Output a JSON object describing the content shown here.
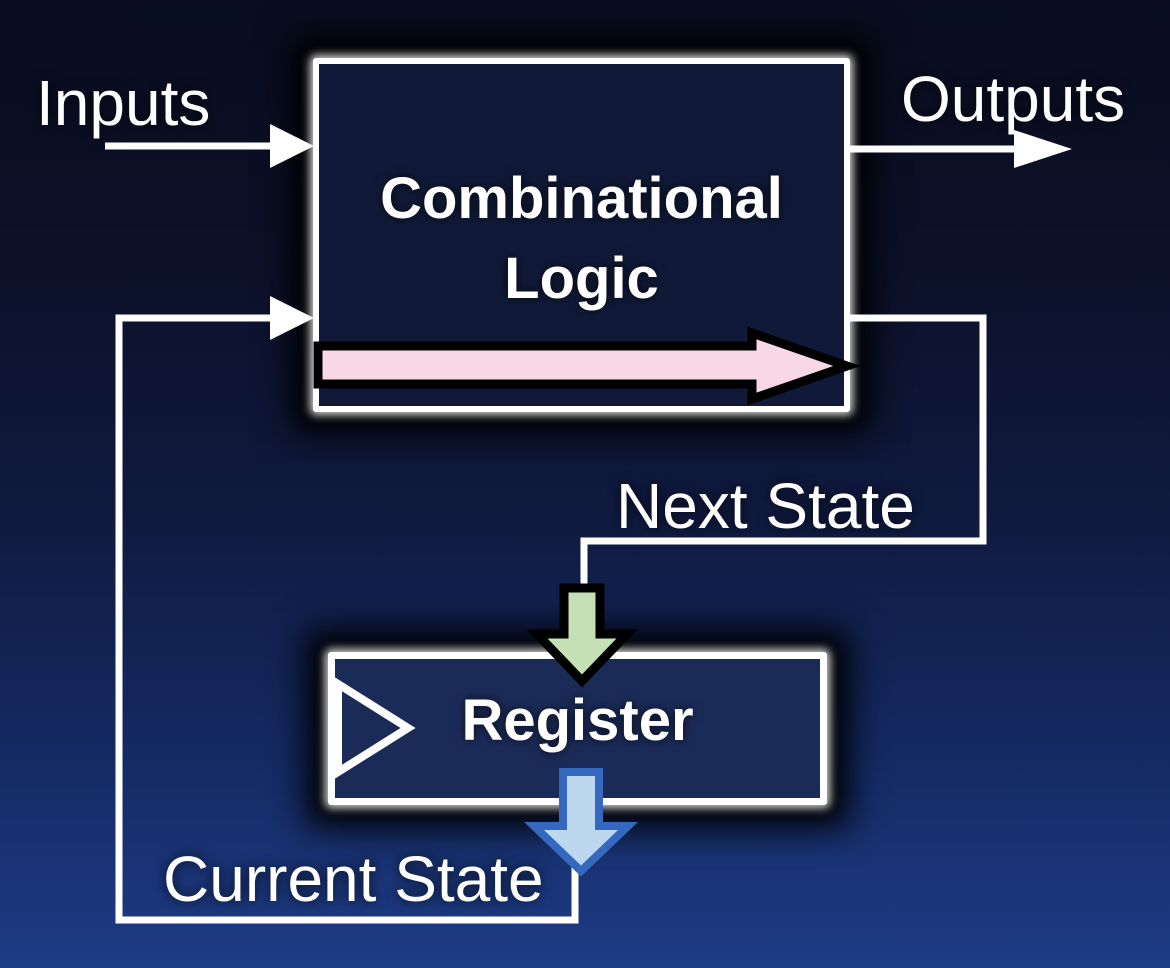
{
  "diagram": {
    "comb_box": {
      "line1": "Combinational",
      "line2": "Logic"
    },
    "register_box": {
      "label": "Register"
    },
    "labels": {
      "inputs": "Inputs",
      "outputs": "Outputs",
      "next_state": "Next State",
      "current_state": "Current State"
    },
    "colors": {
      "background_top": "#090d1f",
      "background_bottom": "#1d3c86",
      "wire": "#ffffff",
      "comb_box_fill": "#101a38",
      "register_box_fill": "#1b2b58",
      "pink_arrow_fill": "#f8d7e7",
      "pink_arrow_outline": "#000000",
      "green_arrow_fill": "#c5e0b4",
      "green_arrow_outline": "#000000",
      "blue_arrow_fill": "#bdd7ee",
      "blue_arrow_outline": "#3569bf"
    }
  }
}
